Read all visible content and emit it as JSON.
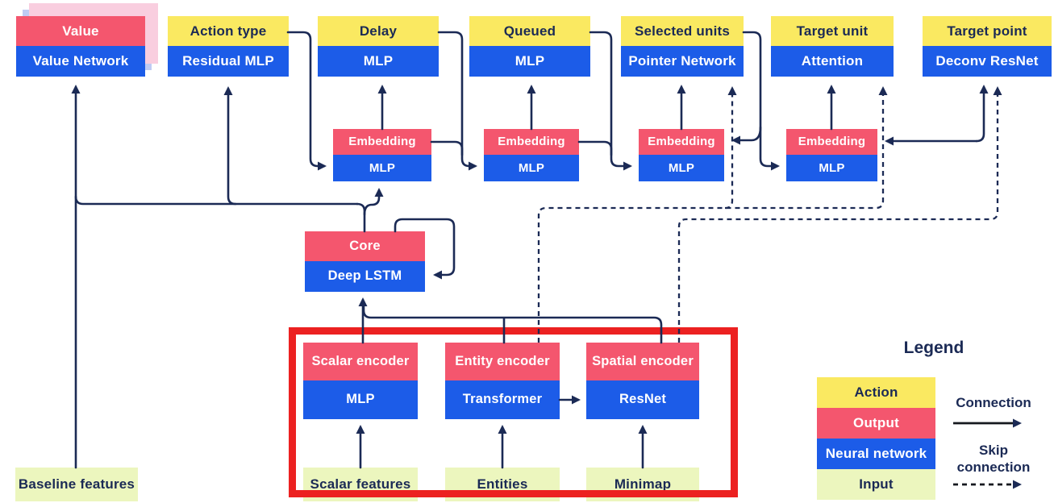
{
  "nodes": {
    "value": {
      "action": "Value",
      "network": "Value Network"
    },
    "action_type": {
      "action": "Action type",
      "network": "Residual MLP"
    },
    "delay": {
      "action": "Delay",
      "network": "MLP"
    },
    "queued": {
      "action": "Queued",
      "network": "MLP"
    },
    "selected_units": {
      "action": "Selected units",
      "network": "Pointer Network"
    },
    "target_unit": {
      "action": "Target unit",
      "network": "Attention"
    },
    "target_point": {
      "action": "Target point",
      "network": "Deconv ResNet"
    },
    "embedding1": {
      "output": "Embedding",
      "network": "MLP"
    },
    "embedding2": {
      "output": "Embedding",
      "network": "MLP"
    },
    "embedding3": {
      "output": "Embedding",
      "network": "MLP"
    },
    "embedding4": {
      "output": "Embedding",
      "network": "MLP"
    },
    "core": {
      "output": "Core",
      "network": "Deep LSTM"
    },
    "scalar_encoder": {
      "output": "Scalar encoder",
      "network": "MLP"
    },
    "entity_encoder": {
      "output": "Entity encoder",
      "network": "Transformer"
    },
    "spatial_encoder": {
      "output": "Spatial encoder",
      "network": "ResNet"
    }
  },
  "inputs": {
    "baseline_features": "Baseline features",
    "scalar_features": "Scalar features",
    "entities": "Entities",
    "minimap": "Minimap"
  },
  "legend": {
    "title": "Legend",
    "items": [
      {
        "label": "Action",
        "type": "action"
      },
      {
        "label": "Output",
        "type": "output"
      },
      {
        "label": "Neural network",
        "type": "network"
      },
      {
        "label": "Input",
        "type": "input"
      }
    ],
    "connection_label": "Connection",
    "skip_connection_label": "Skip connection"
  },
  "colors": {
    "action": "#FAE961",
    "output": "#F4566E",
    "network": "#1C5CE8",
    "input": "#ECF6BE",
    "line": "#1B2A55",
    "highlight": "#EC2121",
    "value_card_pink": "#F9CEDF",
    "value_card_blue": "#BFCBF4"
  }
}
